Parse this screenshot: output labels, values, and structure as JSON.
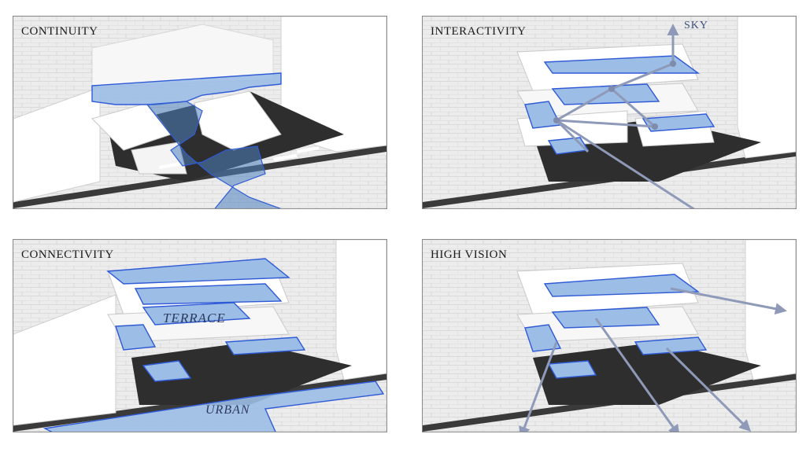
{
  "panels": [
    {
      "title": "CONTINUITY"
    },
    {
      "title": "INTERACTIVITY",
      "label": "SKY"
    },
    {
      "title": "CONNECTIVITY",
      "labels": [
        "TERRACE",
        "URBAN"
      ]
    },
    {
      "title": "HIGH VISION"
    }
  ],
  "colors": {
    "plane_fill": "#9cbde6",
    "plane_edge": "#2f5ad6",
    "arrow": "#8e9ab8",
    "dark_ground": "#2e2e2e"
  }
}
